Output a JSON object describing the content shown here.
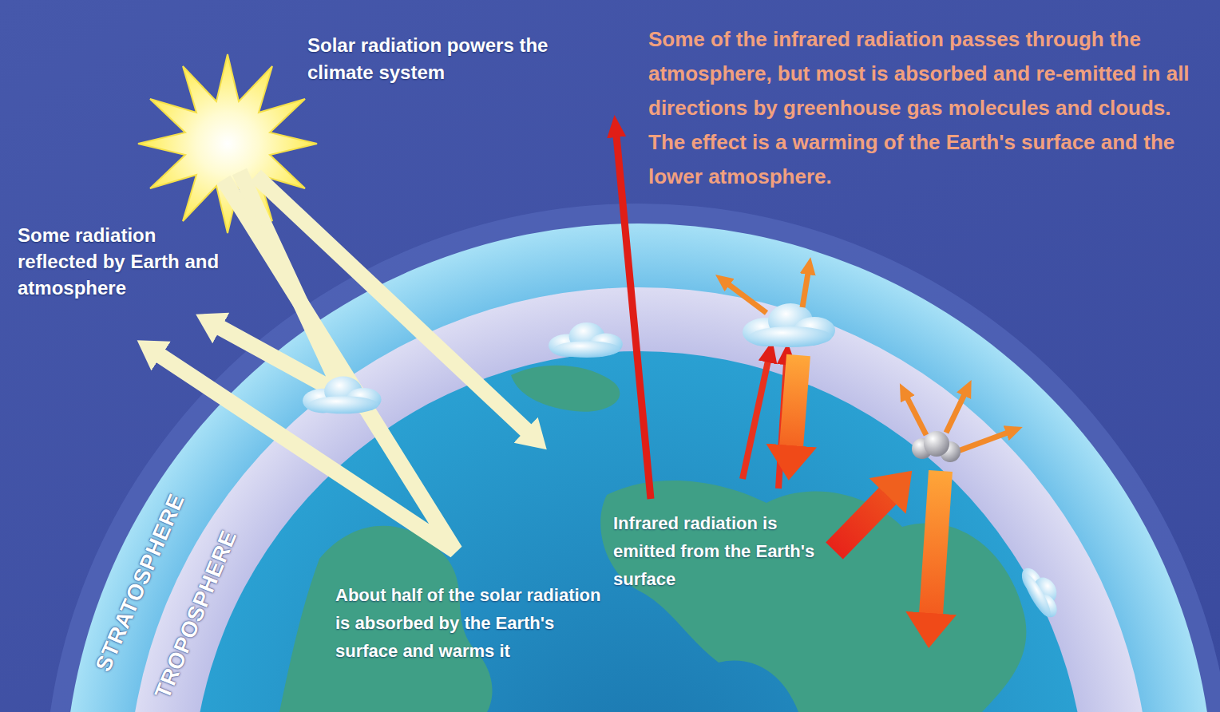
{
  "diagram": {
    "labels": [
      "Solar radiation powers the climate system",
      "Some radiation reflected by Earth and atmosphere",
      "Some of the infrared radiation passes through the atmosphere, but most is absorbed and re-emitted in all directions by greenhouse gas molecules and clouds. The effect is a warming of the Earth's surface and the lower atmosphere.",
      "STRATOSPHERE",
      "TROPOSPHERE",
      "Infrared radiation is emitted from the Earth's surface",
      "About half of the solar radiation is absorbed by the Earth's surface and warms it"
    ]
  }
}
